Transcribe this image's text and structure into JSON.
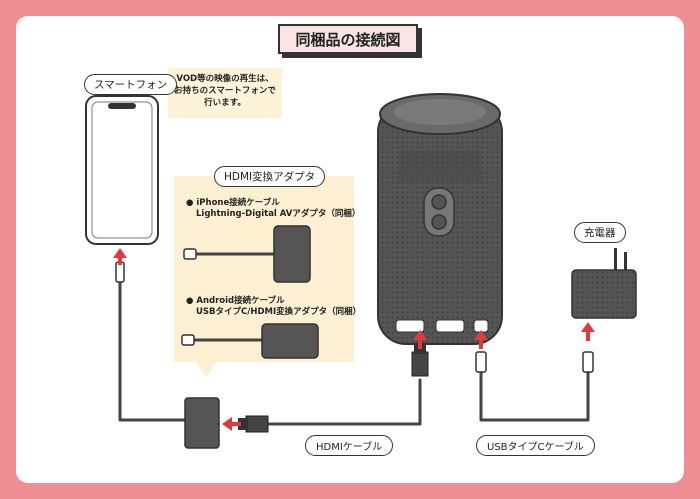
{
  "title": "同梱品の接続図",
  "labels": {
    "smartphone": "スマートフォン",
    "adapter": "HDMI変換アダプタ",
    "charger": "充電器",
    "hdmi_cable": "HDMIケーブル",
    "usbc_cable": "USBタイプCケーブル"
  },
  "note_lines": [
    "VOD等の映像の再生は、",
    "お持ちのスマートフォンで",
    "行います。"
  ],
  "iphone_item": {
    "line1": "● iPhone接続ケーブル",
    "line2": "Lightning-Digital AVアダプタ（同梱）"
  },
  "android_item": {
    "line1": "● Android接続ケーブル",
    "line2": "USBタイプC/HDMI変換アダプタ（同梱）"
  },
  "colors": {
    "border": "#ef8f93",
    "title_bg": "#f9e4e4",
    "bubble": "#fdf0d2",
    "arrow": "#e03b3b",
    "device": "#555555"
  }
}
